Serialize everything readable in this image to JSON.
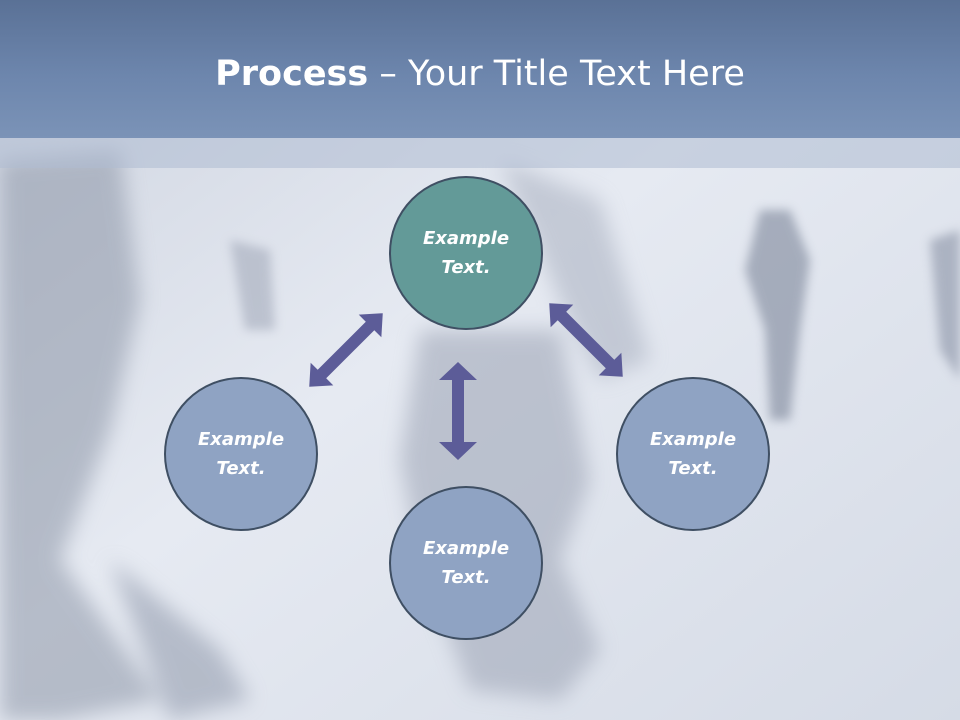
{
  "title": {
    "bold": "Process",
    "rest": " – Your Title Text Here"
  },
  "nodes": [
    {
      "line1": "Example",
      "line2": "Text."
    },
    {
      "line1": "Example",
      "line2": "Text."
    },
    {
      "line1": "Example",
      "line2": "Text."
    },
    {
      "line1": "Example",
      "line2": "Text."
    }
  ],
  "colors": {
    "title_band": "#6d86ad",
    "node_fill": "#8fa3c3",
    "center_node_fill": "#639a98",
    "arrow": "#5c5c98"
  }
}
